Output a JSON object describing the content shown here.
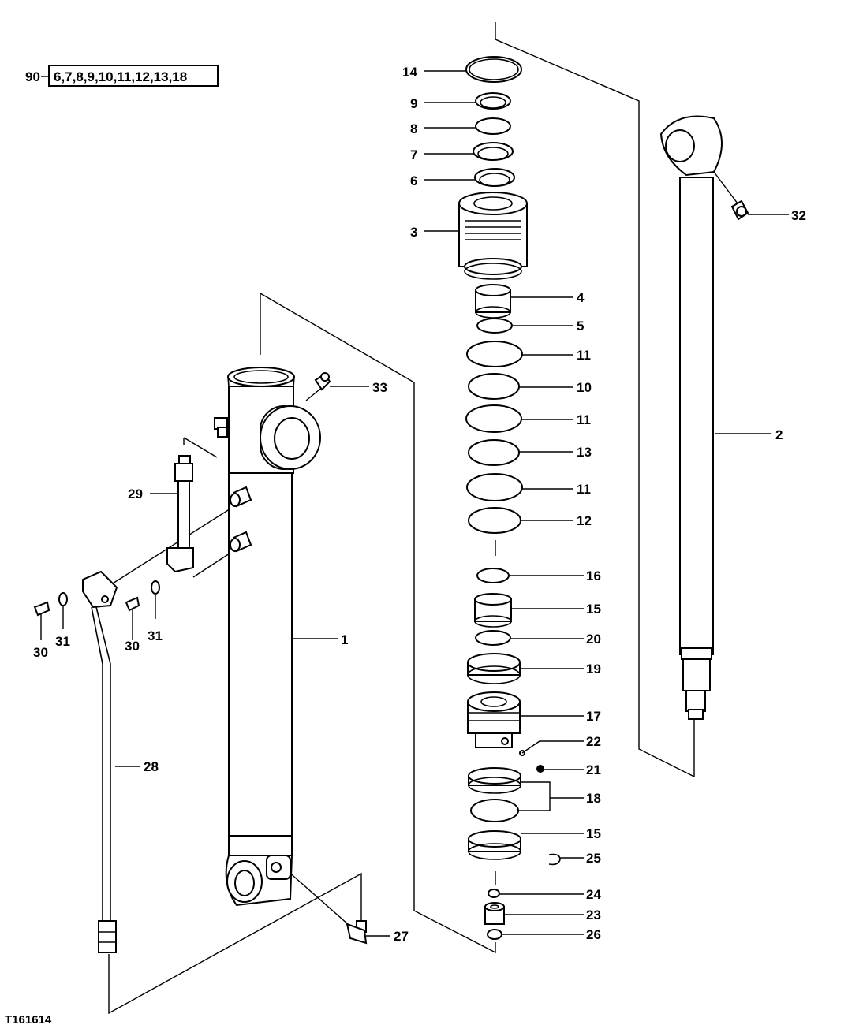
{
  "kit": {
    "prefix": "90",
    "contents": "6,7,8,9,10,11,12,13,18"
  },
  "figure_id": "T161614",
  "callouts": {
    "c1": "1",
    "c2": "2",
    "c3": "3",
    "c4": "4",
    "c5": "5",
    "c6": "6",
    "c7": "7",
    "c8": "8",
    "c9": "9",
    "c10": "10",
    "c11a": "11",
    "c11b": "11",
    "c11c": "11",
    "c12": "12",
    "c13": "13",
    "c14": "14",
    "c15a": "15",
    "c15b": "15",
    "c16": "16",
    "c17": "17",
    "c18": "18",
    "c19": "19",
    "c20": "20",
    "c21": "21",
    "c22": "22",
    "c23": "23",
    "c24": "24",
    "c25": "25",
    "c26": "26",
    "c27": "27",
    "c28": "28",
    "c29": "29",
    "c30a": "30",
    "c30b": "30",
    "c31a": "31",
    "c31b": "31",
    "c32": "32",
    "c33": "33"
  }
}
